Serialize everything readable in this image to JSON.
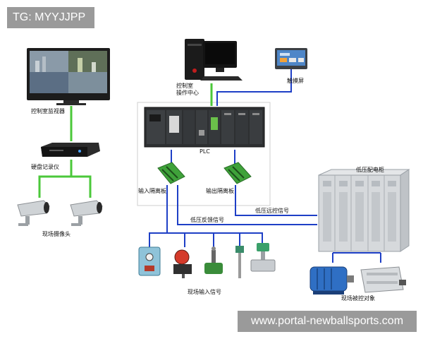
{
  "watermark": {
    "tag": "TG: MYYJJPP",
    "url": "www.portal-newballsports.com"
  },
  "labels": {
    "monitor": "控制室监视器",
    "dvr": "硬盘记录仪",
    "cameras": "现场摄像头",
    "control_room_line1": "控制室",
    "control_room_line2": "操作中心",
    "touchscreen": "触摸屏",
    "plc": "PLC",
    "input_isolation": "输入隔离板",
    "output_isolation": "输出隔离板",
    "low_voltage_feedback": "低压反馈信号",
    "low_voltage_remote": "低压远控信号",
    "low_voltage_cabinet": "低压配电柜",
    "field_inputs": "现场输入信号",
    "field_controlled": "现场被控对象"
  },
  "colors": {
    "green_link": "#4bc83a",
    "blue_link": "#1e3fc6",
    "device_dark": "#1c1c1c",
    "cabinet": "#d6d9dc",
    "tag_bg": "#9a9a9a"
  }
}
